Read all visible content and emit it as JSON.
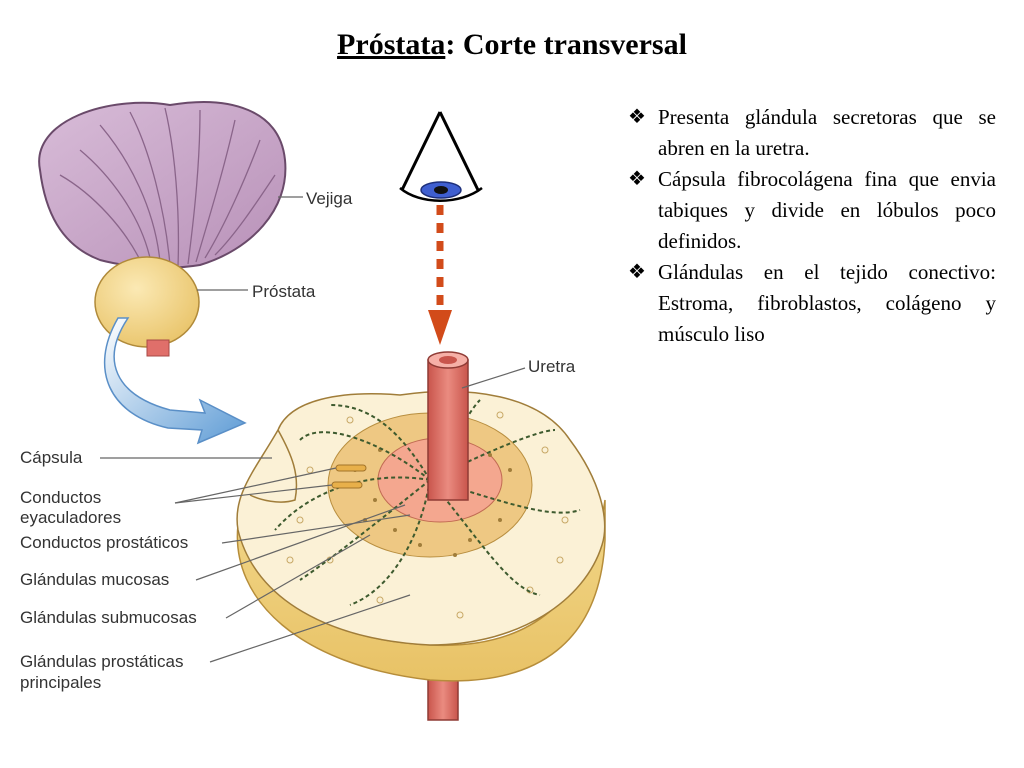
{
  "title": {
    "part1": "Próstata",
    "part2": ": Corte transversal"
  },
  "bullets": [
    {
      "text": "Presenta glándula secretoras que se abren en la uretra."
    },
    {
      "text": "Cápsula fibrocolágena fina que envia tabiques y divide en lóbulos poco definidos."
    },
    {
      "text": "Glándulas en el tejido conectivo: Estroma, fibroblastos, colágeno y músculo liso"
    }
  ],
  "bullet_marker": "❖",
  "labels": {
    "vejiga": "Vejiga",
    "prostata": "Próstata",
    "uretra": "Uretra",
    "capsula": "Cápsula",
    "conductos_eyac_1": "Conductos",
    "conductos_eyac_2": "eyaculadores",
    "conductos_prost": "Conductos prostáticos",
    "gl_mucosas": "Glándulas mucosas",
    "gl_submucosas": "Glándulas submucosas",
    "gl_principales_1": "Glándulas prostáticas",
    "gl_principales_2": "principales"
  },
  "colors": {
    "bladder": "#c9a6c9",
    "prostate": "#f3d58a",
    "urethra": "#e07a6f",
    "arrow_red": "#d24b1a",
    "curve_arrow": "#6fa7d8",
    "eye_iris": "#3f5fd0",
    "tissue": "#fbf1d6",
    "glands": "#3d5a2e"
  }
}
